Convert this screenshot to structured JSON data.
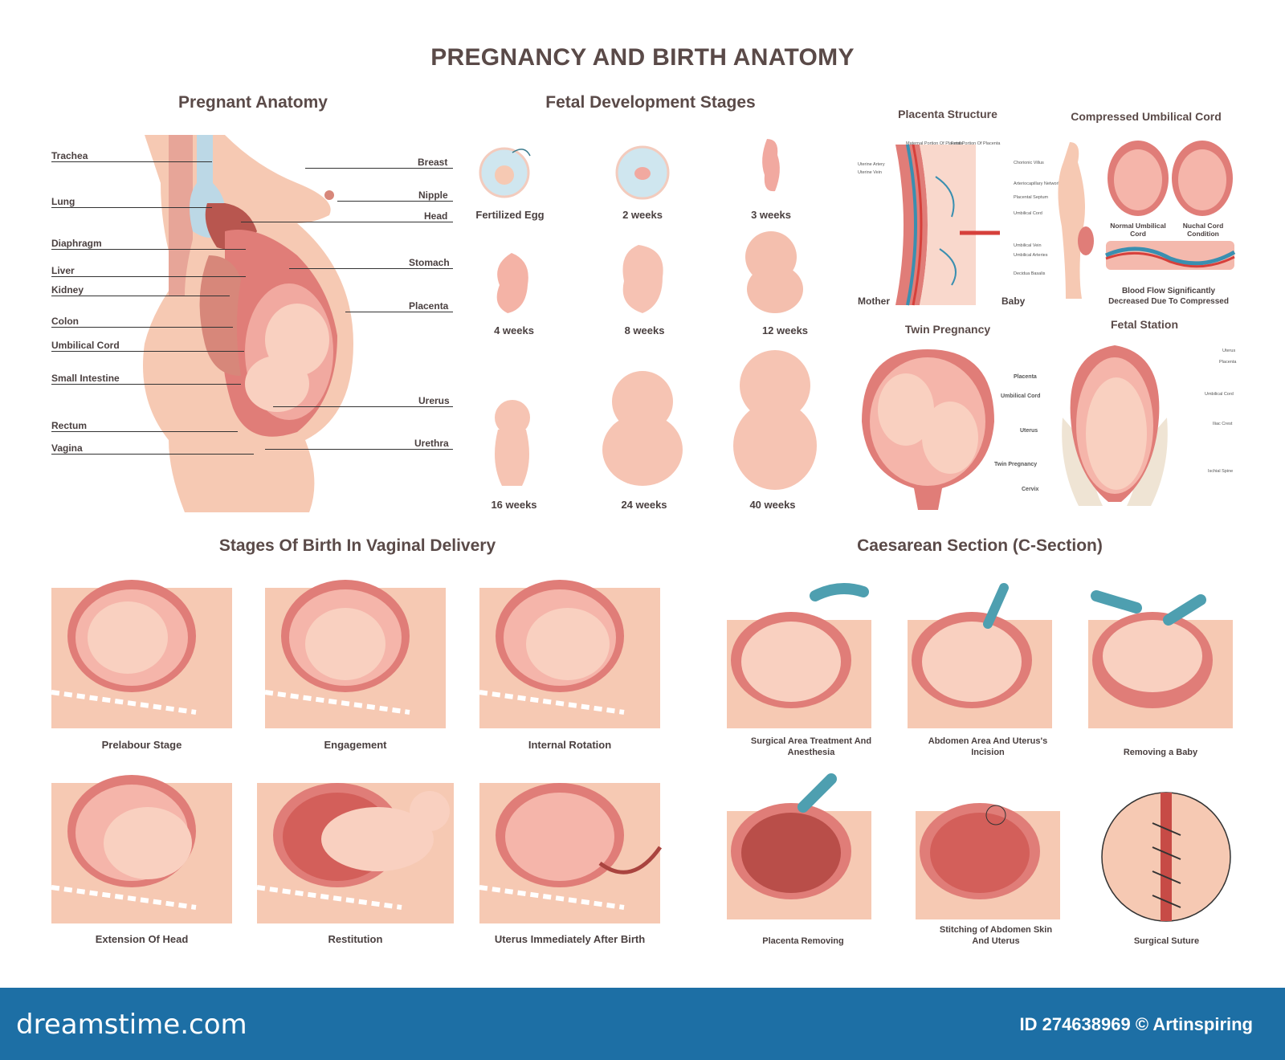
{
  "title": "PREGNANCY AND BIRTH ANATOMY",
  "sections": {
    "pregnant_anatomy": "Pregnant Anatomy",
    "fetal_stages": "Fetal Development Stages",
    "placenta_structure": "Placenta Structure",
    "compressed_cord": "Compressed Umbilical Cord",
    "twin_pregnancy": "Twin Pregnancy",
    "fetal_station": "Fetal Station",
    "vaginal_delivery": "Stages Of Birth In Vaginal Delivery",
    "c_section": "Caesarean Section (C-Section)"
  },
  "anatomy_labels": {
    "left": [
      "Trachea",
      "Lung",
      "Diaphragm",
      "Liver",
      "Kidney",
      "Colon",
      "Umbilical Cord",
      "Small Intestine",
      "Rectum",
      "Vagina"
    ],
    "right": [
      "Breast",
      "Nipple",
      "Head",
      "Stomach",
      "Placenta",
      "Urerus",
      "Urethra"
    ]
  },
  "fetal_stages": [
    "Fertilized Egg",
    "2 weeks",
    "3 weeks",
    "4 weeks",
    "8 weeks",
    "12 weeks",
    "16 weeks",
    "24 weeks",
    "40 weeks"
  ],
  "placenta": {
    "mother": "Mother",
    "baby": "Baby",
    "small_labels": [
      "Maternal Portion Of Placenta",
      "Fetal Portion Of Placenta",
      "Uterine Artery",
      "Uterine Vein",
      "Chorionic Villus",
      "Arteriocapillary Network",
      "Placental Septum",
      "Umbilical Cord",
      "Umbilical Vein",
      "Umbilical Arteries",
      "Decidua Basalis"
    ]
  },
  "compressed_cord": {
    "normal": "Normal Umbilical Cord",
    "nuchal": "Nuchal Cord Condition",
    "flow": "Blood Flow Significantly Decreased Due To Compressed"
  },
  "twin_labels": [
    "Placenta",
    "Umbilical Cord",
    "Uterus",
    "Twin Pregnancy",
    "Cervix"
  ],
  "station_labels": [
    "Uterus",
    "Placenta",
    "Umbilical Cord",
    "Iliac Crest",
    "Ischial Spine"
  ],
  "vaginal_stages": [
    "Prelabour Stage",
    "Engagement",
    "Internal Rotation",
    "Extension Of Head",
    "Restitution",
    "Uterus Immediately After Birth"
  ],
  "c_section_stages": [
    "Surgical Area Treatment And Anesthesia",
    "Abdomen Area And Uterus's Incision",
    "Removing a Baby",
    "Placenta Removing",
    "Stitching of Abdomen Skin And Uterus",
    "Surgical Suture"
  ],
  "footer": {
    "brand": "dreamstime.com",
    "id_text": "ID 274638969 © Artinspiring"
  },
  "colors": {
    "skin": "#f6c9b3",
    "uterus": "#e07d78",
    "footer": "#1d6fa5"
  }
}
